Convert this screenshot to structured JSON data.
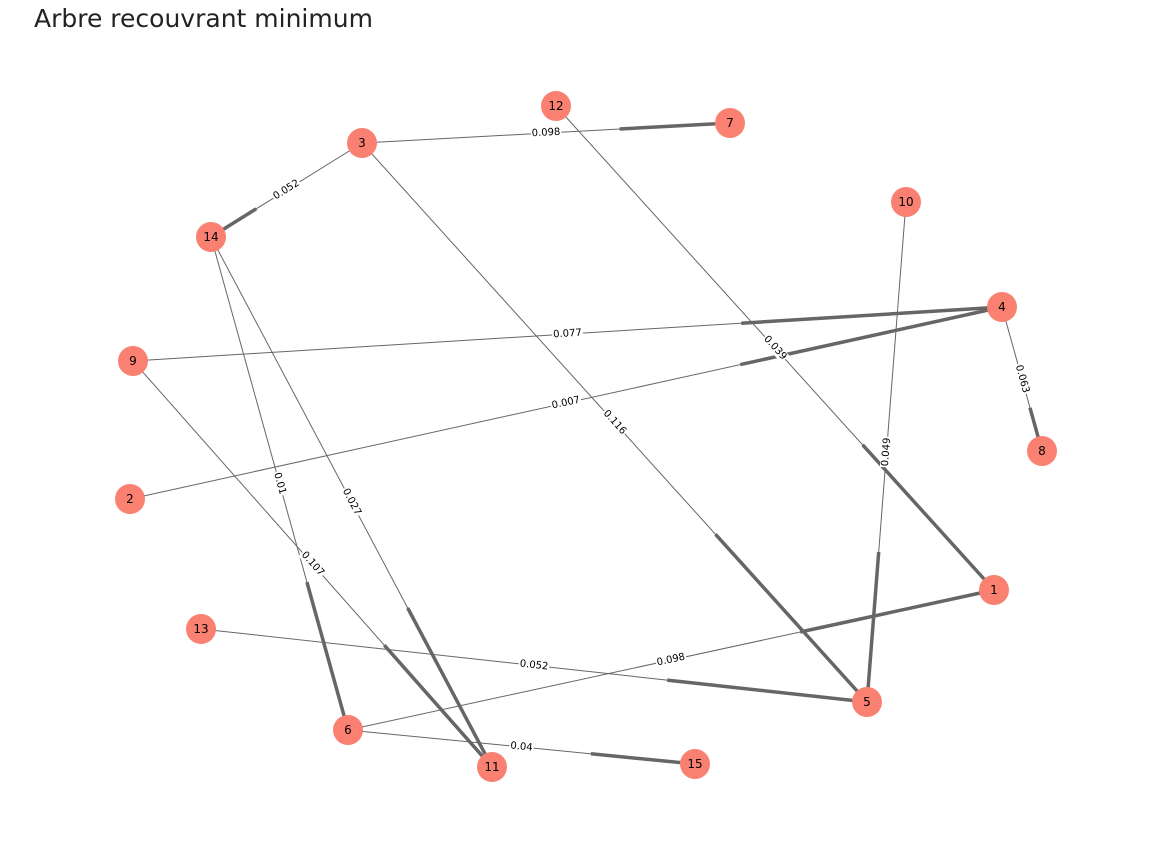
{
  "title": "Arbre recouvrant minimum",
  "colors": {
    "node": "#fa8072",
    "edge": "#666666",
    "background": "#ffffff"
  },
  "graph": {
    "nodes": [
      "1",
      "2",
      "3",
      "4",
      "5",
      "6",
      "7",
      "8",
      "9",
      "10",
      "11",
      "12",
      "13",
      "14",
      "15"
    ],
    "edges": [
      {
        "source": "3",
        "target": "7",
        "weight": "0.098"
      },
      {
        "source": "3",
        "target": "14",
        "weight": "0.052"
      },
      {
        "source": "3",
        "target": "5",
        "weight": "0.116"
      },
      {
        "source": "12",
        "target": "1",
        "weight": "0.039"
      },
      {
        "source": "10",
        "target": "5",
        "weight": "0.049"
      },
      {
        "source": "9",
        "target": "4",
        "weight": "0.077"
      },
      {
        "source": "4",
        "target": "8",
        "weight": "0.063"
      },
      {
        "source": "2",
        "target": "4",
        "weight": "0.007"
      },
      {
        "source": "14",
        "target": "6",
        "weight": "0.01"
      },
      {
        "source": "14",
        "target": "11",
        "weight": "0.027"
      },
      {
        "source": "9",
        "target": "11",
        "weight": "0.107"
      },
      {
        "source": "13",
        "target": "5",
        "weight": "0.052"
      },
      {
        "source": "6",
        "target": "1",
        "weight": "0.098"
      },
      {
        "source": "6",
        "target": "15",
        "weight": "0.04"
      }
    ]
  }
}
